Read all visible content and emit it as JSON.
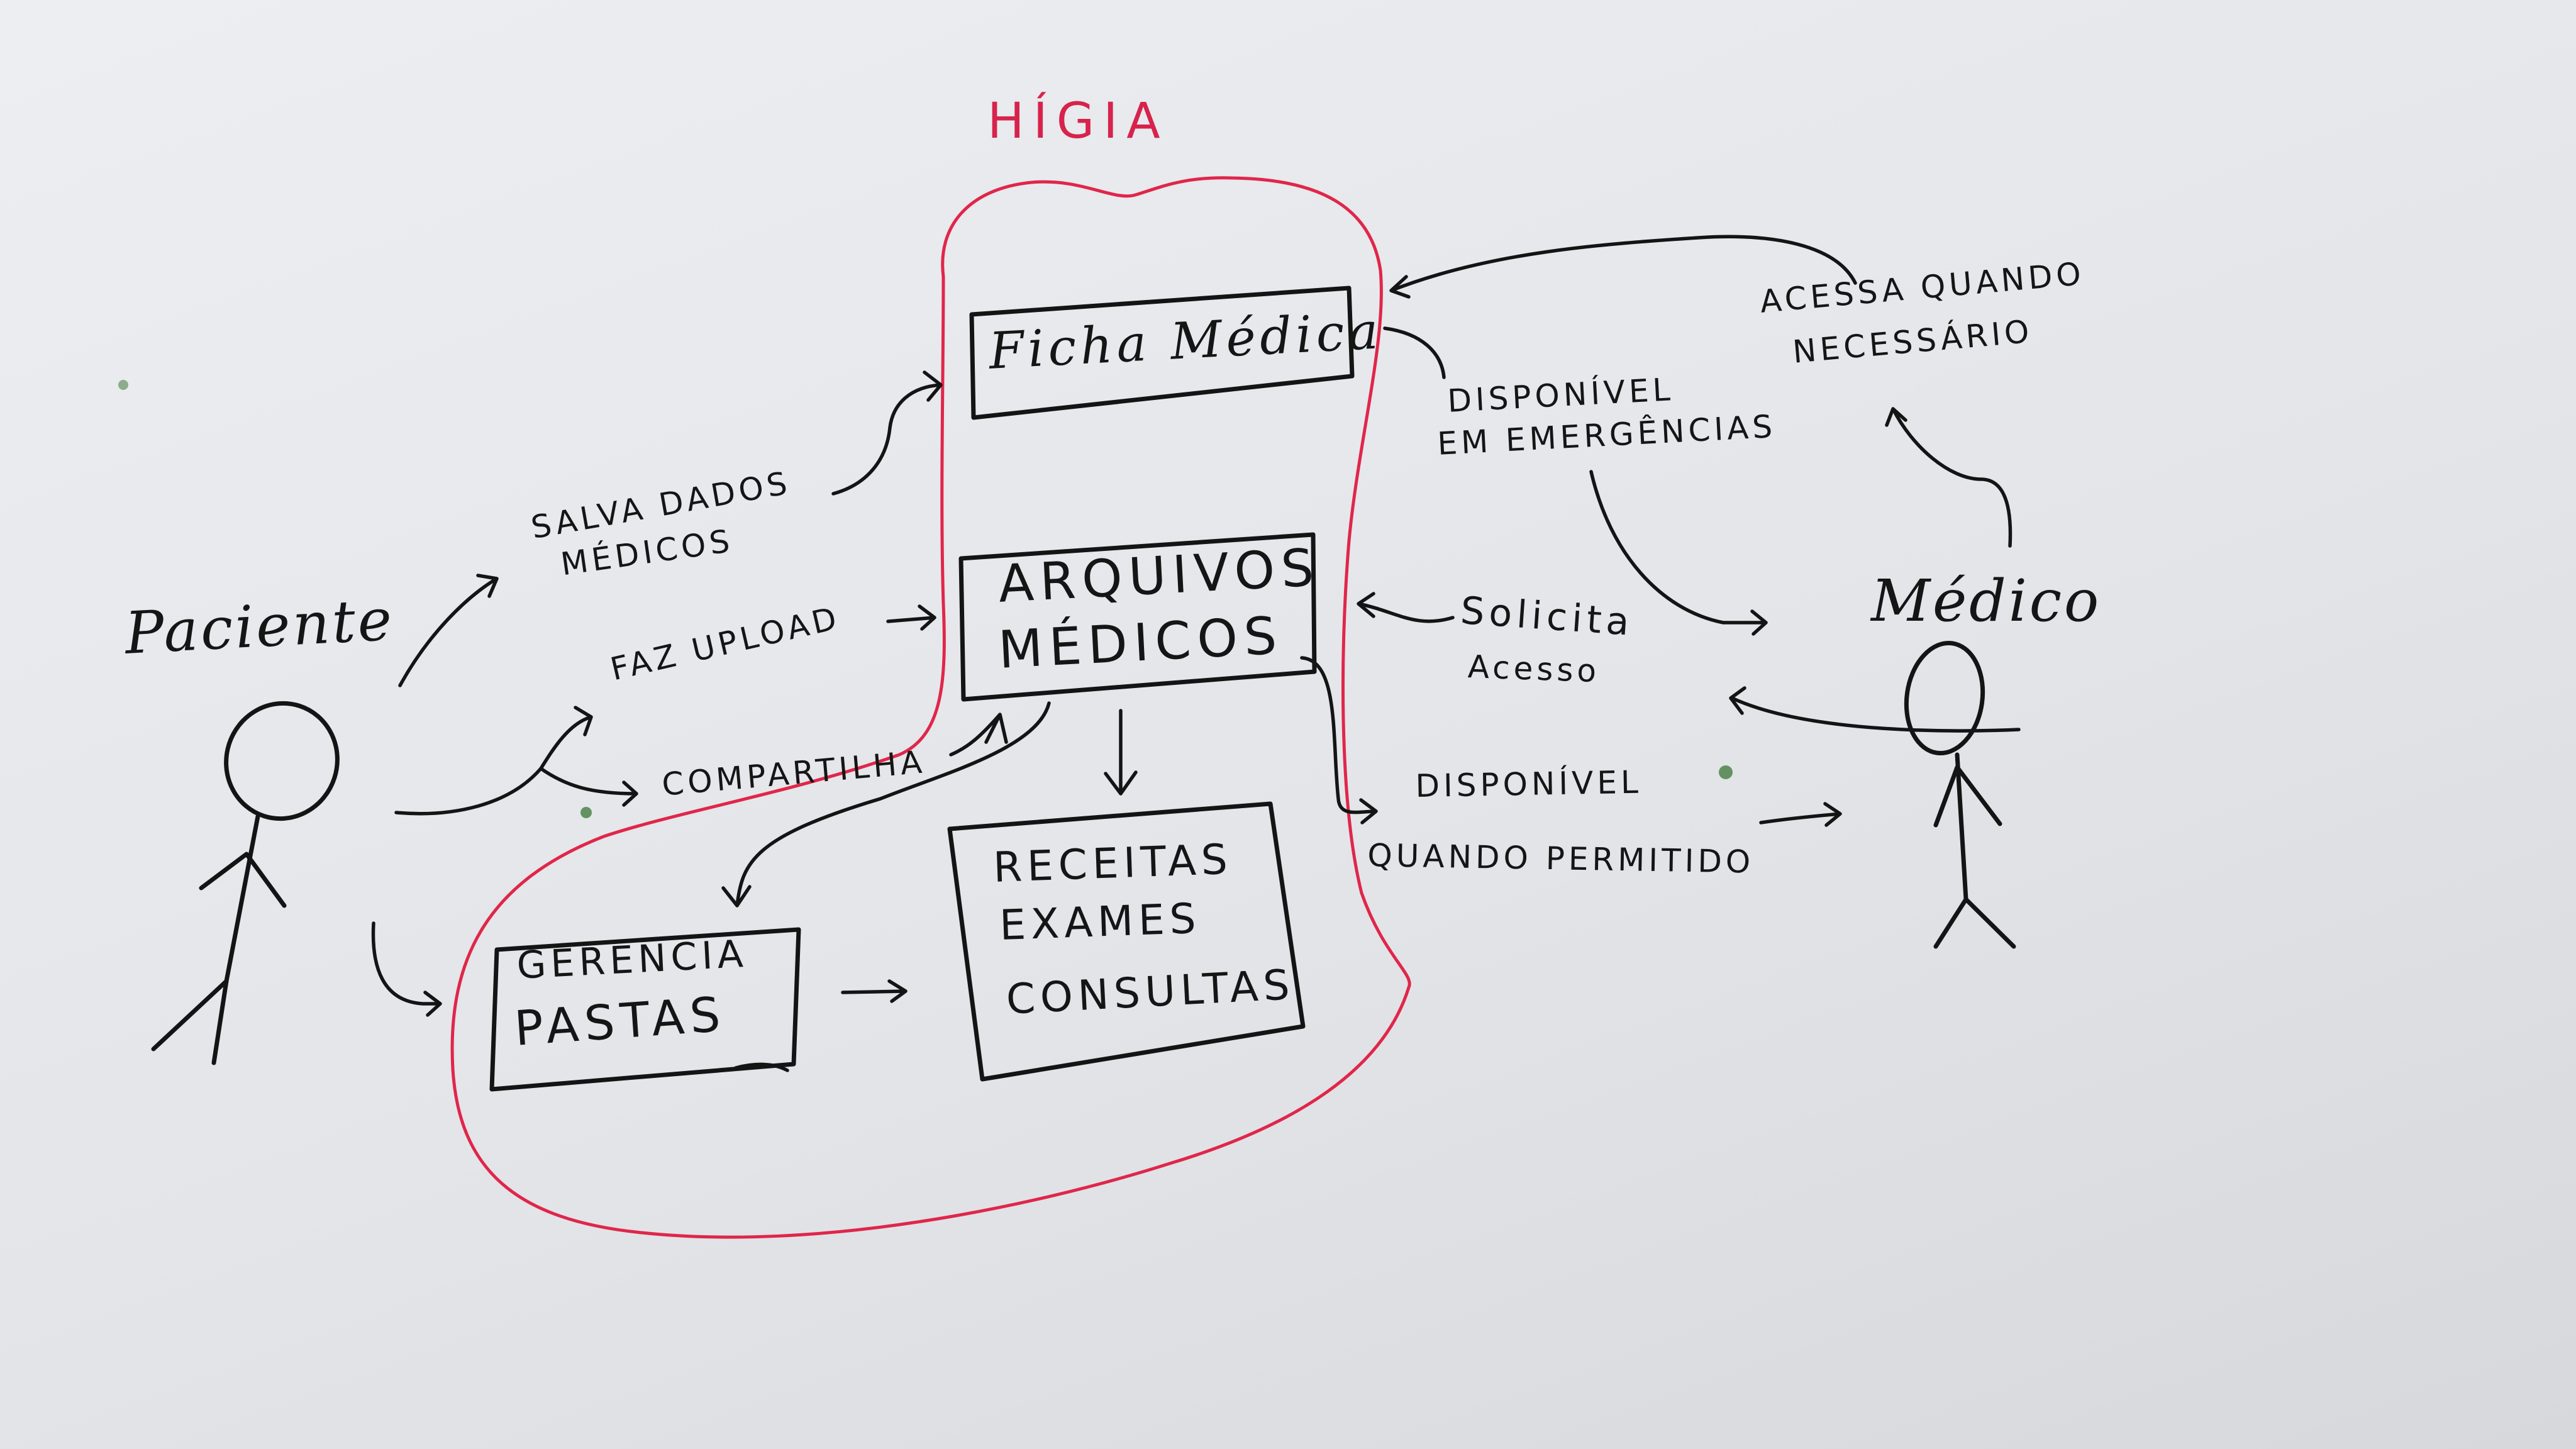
{
  "title": "HÍGIA",
  "actors": {
    "patient": "Paciente",
    "doctor": "Médico"
  },
  "boxes": {
    "ficha": "Ficha Médica",
    "arquivos": [
      "ARQUIVOS",
      "MÉDICOS"
    ],
    "receitas": [
      "RECEITAS",
      "EXAMES",
      "CONSULTAS"
    ],
    "pastas": [
      "GERENCIA",
      "PASTAS"
    ]
  },
  "labels": {
    "salva": [
      "SALVA DADOS",
      "MÉDICOS"
    ],
    "upload": "FAZ UPLOAD",
    "compartilha": "COMPARTILHA",
    "emergencia": [
      "DISPONÍVEL",
      "EM EMERGÊNCIAS"
    ],
    "acessa": [
      "ACESSA QUANDO",
      "NECESSÁRIO"
    ],
    "solicita": [
      "Solicita",
      "Acesso"
    ],
    "permitido": [
      "DISPONÍVEL",
      "QUANDO PERMITIDO"
    ]
  },
  "colors": {
    "ink": "#141414",
    "system_boundary": "#e0264a",
    "board": "#e6e8eb"
  }
}
